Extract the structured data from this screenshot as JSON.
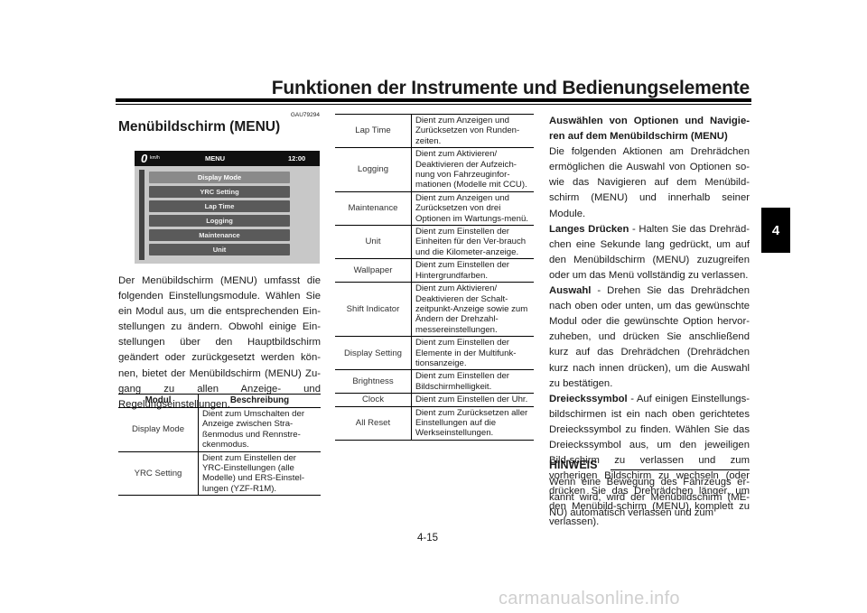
{
  "header": {
    "title": "Funktionen der Instrumente und Bedienungselemente",
    "chapter": "4"
  },
  "section": {
    "code": "GAU79294",
    "title": "Menübildschirm (MENU)"
  },
  "screen": {
    "speed": "0",
    "speed_unit": "km/h",
    "menu_label": "MENU",
    "clock": "12:00",
    "items": [
      "Display Mode",
      "YRC Setting",
      "Lap Time",
      "Logging",
      "Maintenance",
      "Unit"
    ]
  },
  "intro": "Der Menübildschirm (MENU) umfasst die folgenden Einstellungsmodule. Wählen Sie ein Modul aus, um die entsprechenden Ein-stellungen zu ändern. Obwohl einige Ein-stellungen über den Hauptbildschirm geändert oder zurückgesetzt werden kön-nen, bietet der Menübildschirm (MENU) Zu-gang zu allen Anzeige- und Regelungseinstellungen.",
  "table1": {
    "headers": [
      "Modul",
      "Beschreibung"
    ],
    "rows": [
      {
        "module": "Display Mode",
        "desc": "Dient zum Umschalten der Anzeige zwischen Stra-ßenmodus und Rennstre-ckenmodus."
      },
      {
        "module": "YRC Setting",
        "desc": "Dient zum Einstellen der YRC-Einstellungen (alle Modelle) und ERS-Einstel-lungen (YZF-R1M)."
      }
    ]
  },
  "table2": {
    "rows": [
      {
        "module": "Lap Time",
        "desc": "Dient zum Anzeigen und Zurücksetzen von Runden-zeiten."
      },
      {
        "module": "Logging",
        "desc": "Dient zum Aktivieren/ Deaktivieren der Aufzeich-nung von Fahrzeuginfor-mationen (Modelle mit CCU)."
      },
      {
        "module": "Maintenance",
        "desc": "Dient zum Anzeigen und Zurücksetzen von drei Optionen im Wartungs-menü."
      },
      {
        "module": "Unit",
        "desc": "Dient zum Einstellen der Einheiten für den Ver-brauch und die Kilometer-anzeige."
      },
      {
        "module": "Wallpaper",
        "desc": "Dient zum Einstellen der Hintergrundfarben."
      },
      {
        "module": "Shift Indicator",
        "desc": "Dient zum Aktivieren/ Deaktivieren der Schalt-zeitpunkt-Anzeige sowie zum Ändern der Drehzahl-messereinstellungen."
      },
      {
        "module": "Display Setting",
        "desc": "Dient zum Einstellen der Elemente in der Multifunk-tionsanzeige."
      },
      {
        "module": "Brightness",
        "desc": "Dient zum Einstellen der Bildschirmhelligkeit."
      },
      {
        "module": "Clock",
        "desc": "Dient zum Einstellen der Uhr."
      },
      {
        "module": "All Reset",
        "desc": "Dient zum Zurücksetzen aller Einstellungen auf die Werkseinstellungen."
      }
    ]
  },
  "right": {
    "heading": "Auswählen von Optionen und Navigie-ren auf dem Menübildschirm (MENU)",
    "intro": "Die folgenden Aktionen am Drehrädchen ermöglichen die Auswahl von Optionen so-wie das Navigieren auf dem Menübild-schirm (MENU) und innerhalb seiner Module.",
    "long_press_label": "Langes Drücken",
    "long_press_text": " - Halten Sie das Drehräd-chen eine Sekunde lang gedrückt, um auf den Menübildschirm (MENU) zuzugreifen oder um das Menü vollständig zu verlassen.",
    "select_label": "Auswahl",
    "select_text": " - Drehen Sie das Drehrädchen nach oben oder unten, um das gewünschte Modul oder die gewünschte Option hervor-zuheben, und drücken Sie anschließend kurz auf das Drehrädchen (Drehrädchen kurz nach innen drücken), um die Auswahl zu bestätigen.",
    "triangle_label": "Dreieckssymbol",
    "triangle_text": " - Auf einigen Einstellungs-bildschirmen ist ein nach oben gerichtetes Dreieckssymbol zu finden. Wählen Sie das Dreieckssymbol aus, um den jeweiligen Bild-schirm zu verlassen und zum vorherigen Bildschirm zu wechseln (oder drücken Sie das Drehrädchen länger, um den Menübild-schirm (MENU) komplett zu verlassen).",
    "note_label": "HINWEIS",
    "note_text": "Wenn eine Bewegung des Fahrzeugs er-kannt wird, wird der Menübildschirm (ME-NU) automatisch verlassen und zum"
  },
  "page_number": "4-15",
  "watermark": "carmanualsonline.info"
}
